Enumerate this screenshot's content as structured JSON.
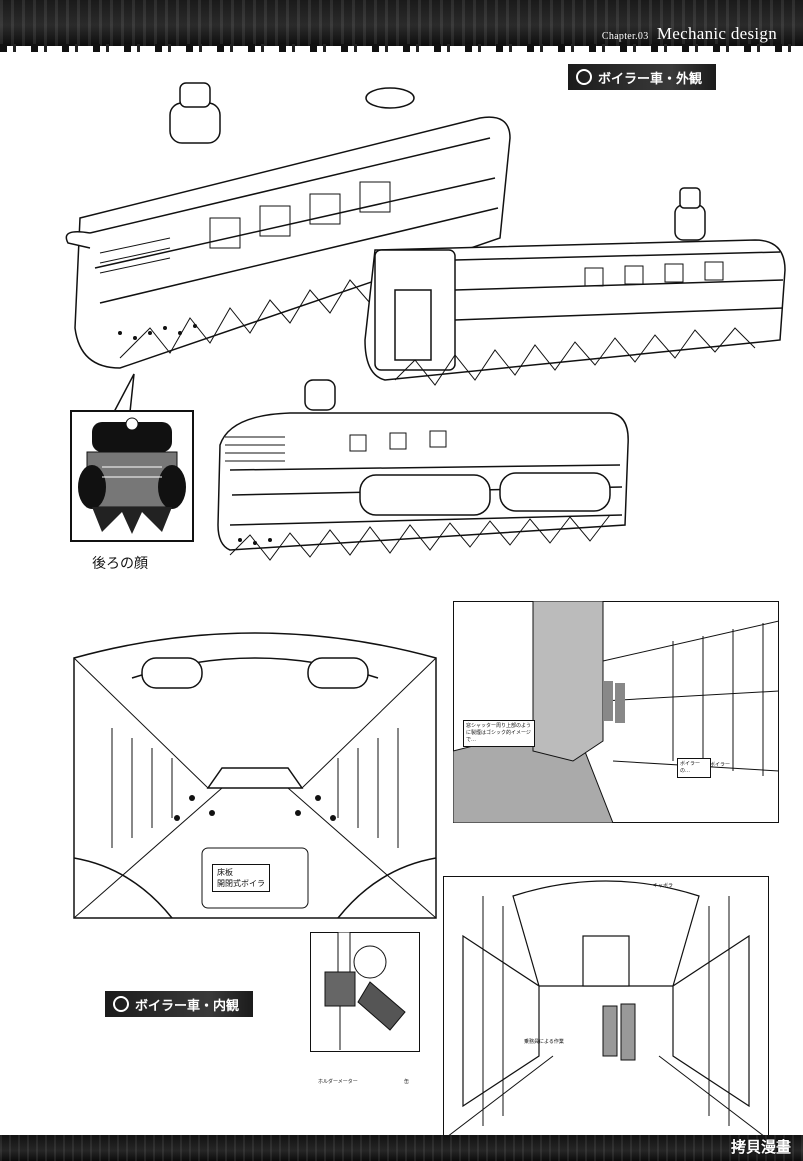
{
  "header": {
    "chapter": "Chapter.03",
    "title": "Mechanic design"
  },
  "sections": {
    "exterior_label": "ボイラー車・外観",
    "interior_label": "ボイラー車・内観"
  },
  "inset": {
    "caption": "後ろの顔"
  },
  "annotations": {
    "plate_line1": "床板",
    "plate_line2": "開閉式ボイラ",
    "note_a": "窓シャッター周り上部のように製煙はゴシック的イメージで…",
    "note_b": "ボイラーの…",
    "note_c": "ボイラー",
    "note_d": "キャボラ",
    "note_e": "乗務員による作業",
    "valve_label_1": "ホルダーメーター",
    "valve_label_2": "缶"
  },
  "footer": {
    "watermark": "拷貝漫畫"
  }
}
